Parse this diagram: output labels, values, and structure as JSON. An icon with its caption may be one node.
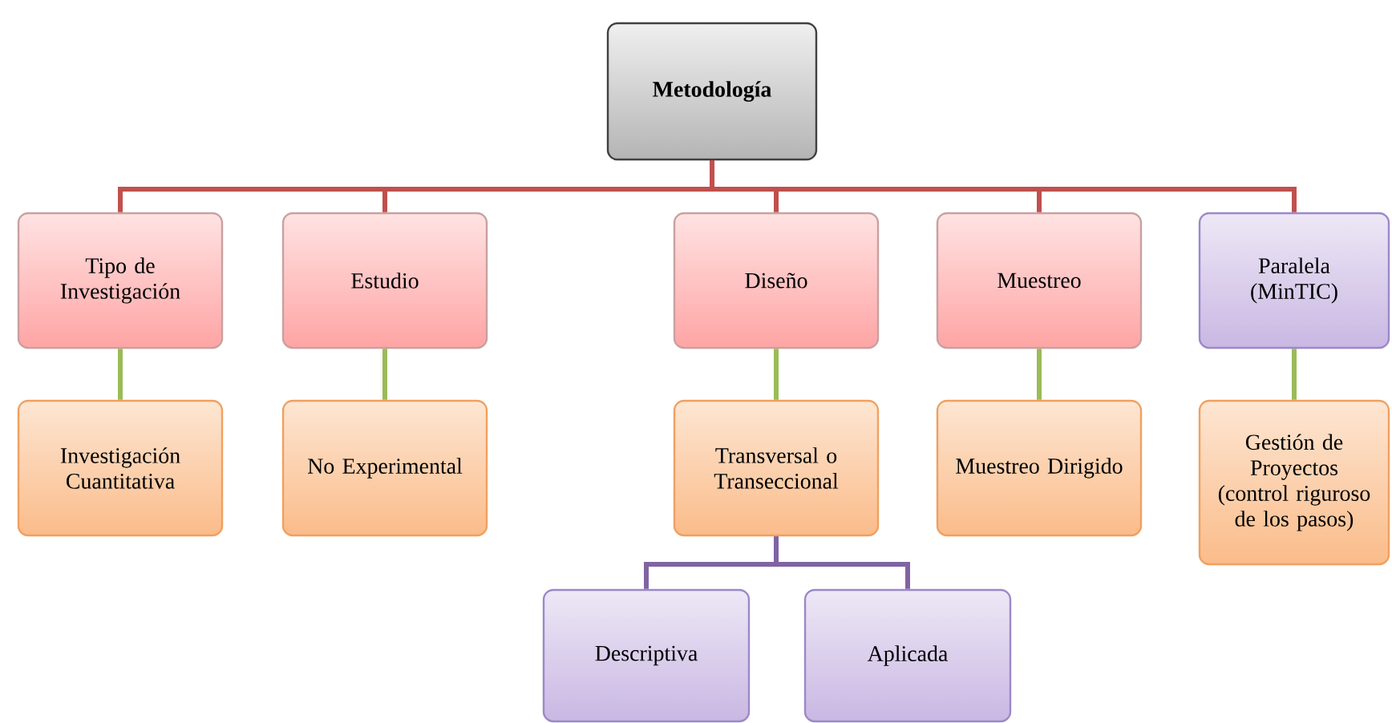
{
  "diagram": {
    "nodes": [
      {
        "text": [
          "Metodología"
        ]
      },
      {
        "text": [
          "Tipo de Investigación"
        ]
      },
      {
        "text": [
          "Estudio"
        ]
      },
      {
        "text": [
          "Diseño"
        ]
      },
      {
        "text": [
          "Muestreo"
        ]
      },
      {
        "text": [
          "Paralela (MinTIC)"
        ]
      },
      {
        "text": [
          "Investigación Cuantitativa"
        ]
      },
      {
        "text": [
          "No Experimental"
        ]
      },
      {
        "text": [
          "Transversal o Transeccional"
        ]
      },
      {
        "text": [
          "Muestreo Dirigido"
        ]
      },
      {
        "text": [
          "Gestión de Proyectos (control riguroso de los pasos)"
        ]
      },
      {
        "text": [
          "Descriptiva"
        ]
      },
      {
        "text": [
          "Aplicada"
        ]
      }
    ],
    "edges": [
      {
        "from": 0,
        "to": 1,
        "arrow": "none",
        "color": "#c0504d"
      },
      {
        "from": 0,
        "to": 2,
        "arrow": "none",
        "color": "#c0504d"
      },
      {
        "from": 0,
        "to": 3,
        "arrow": "none",
        "color": "#c0504d"
      },
      {
        "from": 0,
        "to": 4,
        "arrow": "none",
        "color": "#c0504d"
      },
      {
        "from": 0,
        "to": 5,
        "arrow": "none",
        "color": "#c0504d"
      },
      {
        "from": 1,
        "to": 6,
        "arrow": "none",
        "color": "#9bbb59"
      },
      {
        "from": 2,
        "to": 7,
        "arrow": "none",
        "color": "#9bbb59"
      },
      {
        "from": 3,
        "to": 8,
        "arrow": "none",
        "color": "#9bbb59"
      },
      {
        "from": 4,
        "to": 9,
        "arrow": "none",
        "color": "#9bbb59"
      },
      {
        "from": 5,
        "to": 10,
        "arrow": "none",
        "color": "#9bbb59"
      },
      {
        "from": 8,
        "to": 11,
        "arrow": "none",
        "color": "#8064a2"
      },
      {
        "from": 8,
        "to": 12,
        "arrow": "none",
        "color": "#8064a2"
      }
    ]
  }
}
